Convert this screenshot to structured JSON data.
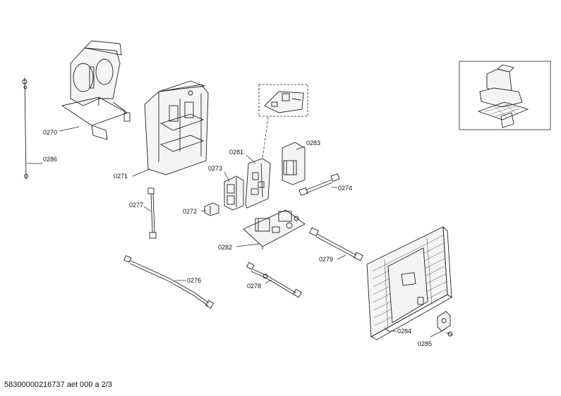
{
  "labels": {
    "p0270": "0270",
    "p0271": "0271",
    "p0272": "0272",
    "p0273": "0273",
    "p0274": "0274",
    "p0276": "0276",
    "p0277": "0277",
    "p0278": "0278",
    "p0279": "0279",
    "p0281": "0281",
    "p0282": "0282",
    "p0283": "0283",
    "p0284": "0284",
    "p0285": "0285",
    "p0286": "0286"
  },
  "footer": {
    "text": "58300000216737 aet 000 a 2/3"
  }
}
